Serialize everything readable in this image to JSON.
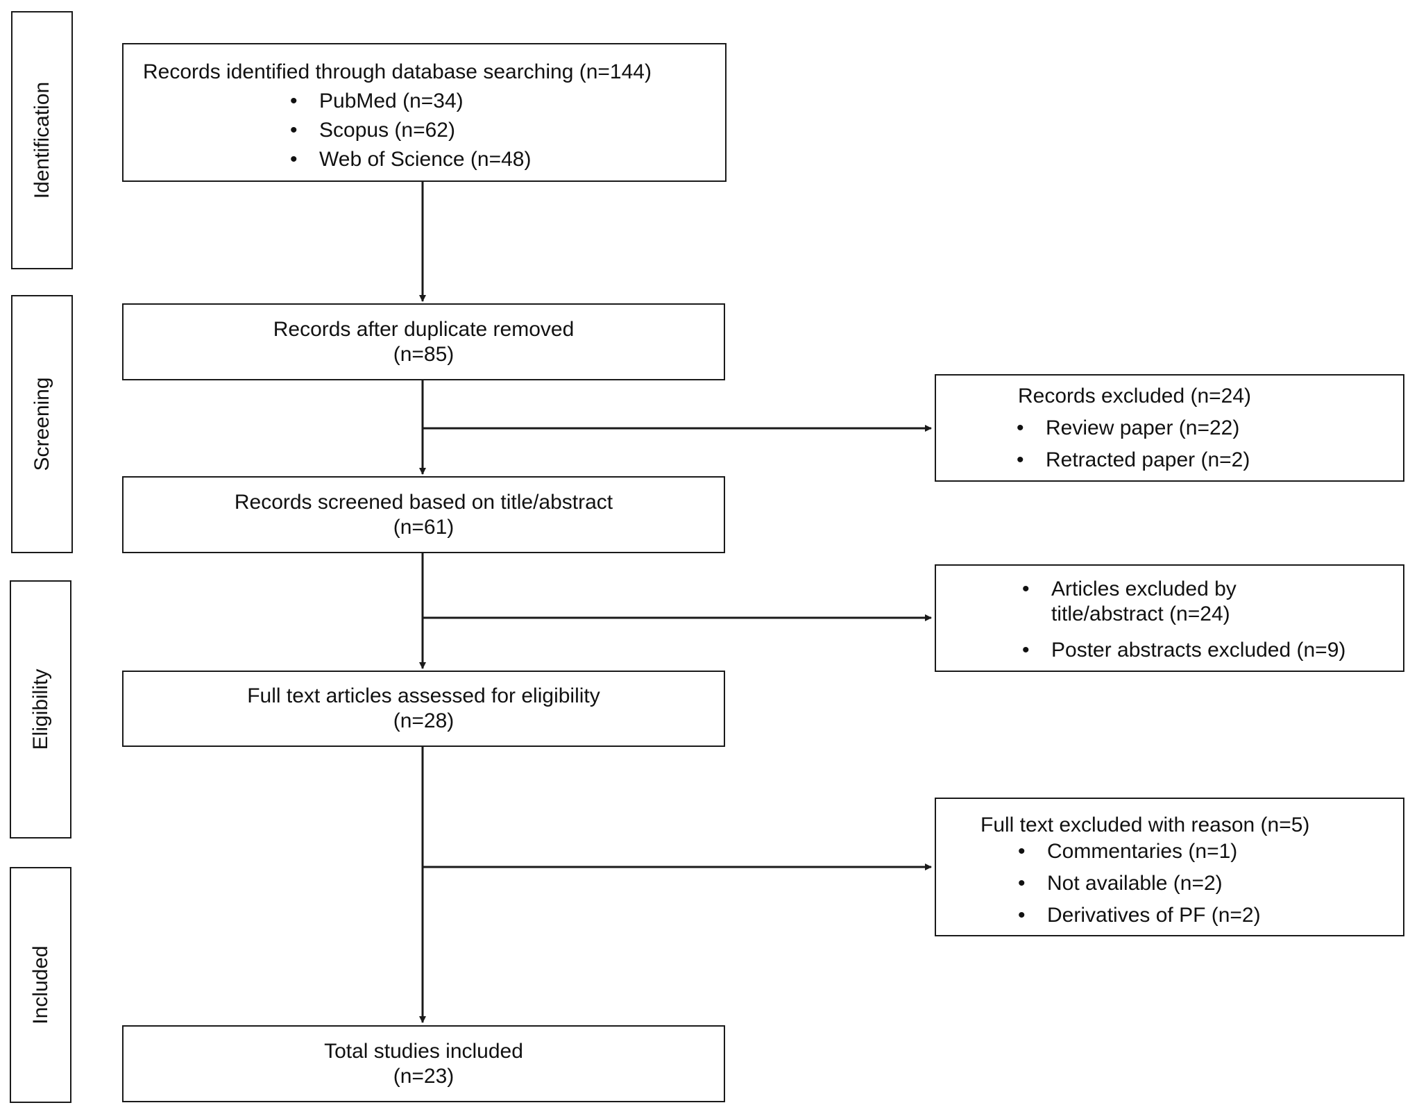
{
  "stages": {
    "identification": "Identification",
    "screening": "Screening",
    "eligibility": "Eligibility",
    "included": "Included"
  },
  "identified": {
    "title": "Records identified through database searching (n=144)",
    "items": [
      "PubMed (n=34)",
      "Scopus (n=62)",
      "Web of Science (n=48)"
    ]
  },
  "duplicates_removed": {
    "line1": "Records after duplicate removed",
    "line2": "(n=85)"
  },
  "records_excluded": {
    "title": "Records excluded (n=24)",
    "items": [
      "Review paper (n=22)",
      "Retracted paper (n=2)"
    ]
  },
  "screened": {
    "line1": "Records screened based on title/abstract",
    "line2": "(n=61)"
  },
  "articles_excluded": {
    "item1_line1": "Articles excluded by",
    "item1_line2": "title/abstract (n=24)",
    "item2": "Poster abstracts excluded (n=9)"
  },
  "full_text": {
    "line1": "Full text articles assessed for eligibility",
    "line2": "(n=28)"
  },
  "full_text_excluded": {
    "title": "Full text excluded with reason (n=5)",
    "items": [
      "Commentaries (n=1)",
      "Not available (n=2)",
      "Derivatives of PF (n=2)"
    ]
  },
  "total_included": {
    "line1": "Total studies included",
    "line2": "(n=23)"
  }
}
